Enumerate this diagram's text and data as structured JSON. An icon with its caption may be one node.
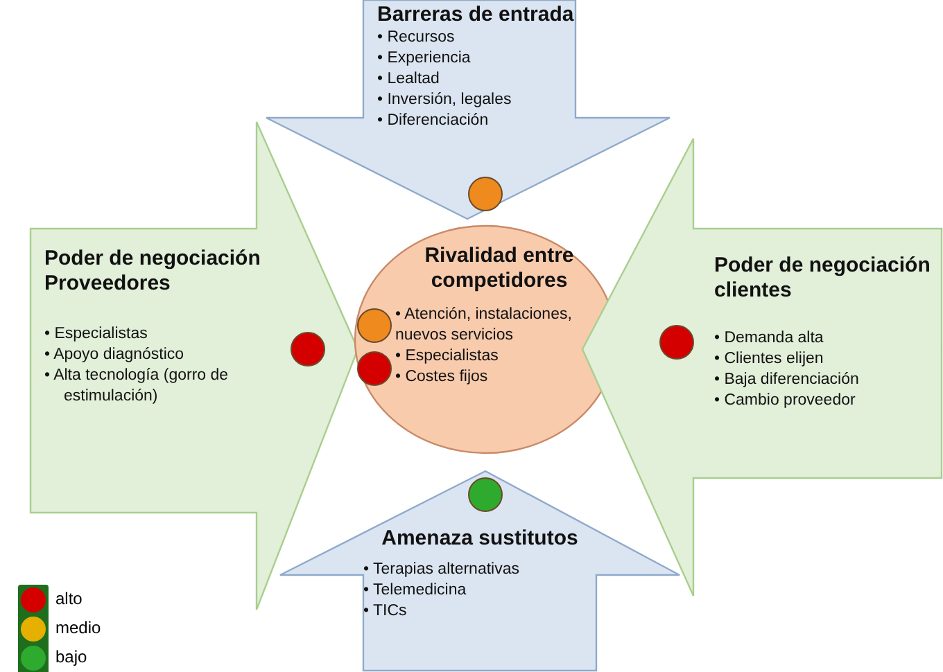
{
  "diagram": {
    "nodes": [
      {
        "text": [
          "Barreras de entrada",
          "• Recursos",
          "• Experiencia",
          "• Lealtad",
          "• Inversión, legales",
          "• Diferenciación"
        ]
      },
      {
        "text": [
          "Poder de negociación Proveedores",
          "• Especialistas",
          "• Apoyo diagnóstico",
          "• Alta tecnología (gorro de estimulación)"
        ]
      },
      {
        "text": [
          "Rivalidad entre competidores",
          "• Atención, instalaciones, nuevos servicios",
          "• Especialistas",
          "• Costes fijos"
        ]
      },
      {
        "text": [
          "Poder de negociación clientes",
          "• Demanda alta",
          "• Clientes elijen",
          "• Baja diferenciación",
          "• Cambio proveedor"
        ]
      },
      {
        "text": [
          "Amenaza sustitutos",
          "• Terapias alternativas",
          "• Telemedicina",
          "• TICs"
        ]
      }
    ],
    "edges": [],
    "legend": [
      {
        "text": "alto",
        "color": "#d40000"
      },
      {
        "text": "medio",
        "color": "#e6b000"
      },
      {
        "text": "bajo",
        "color": "#2eaa2e"
      }
    ]
  }
}
